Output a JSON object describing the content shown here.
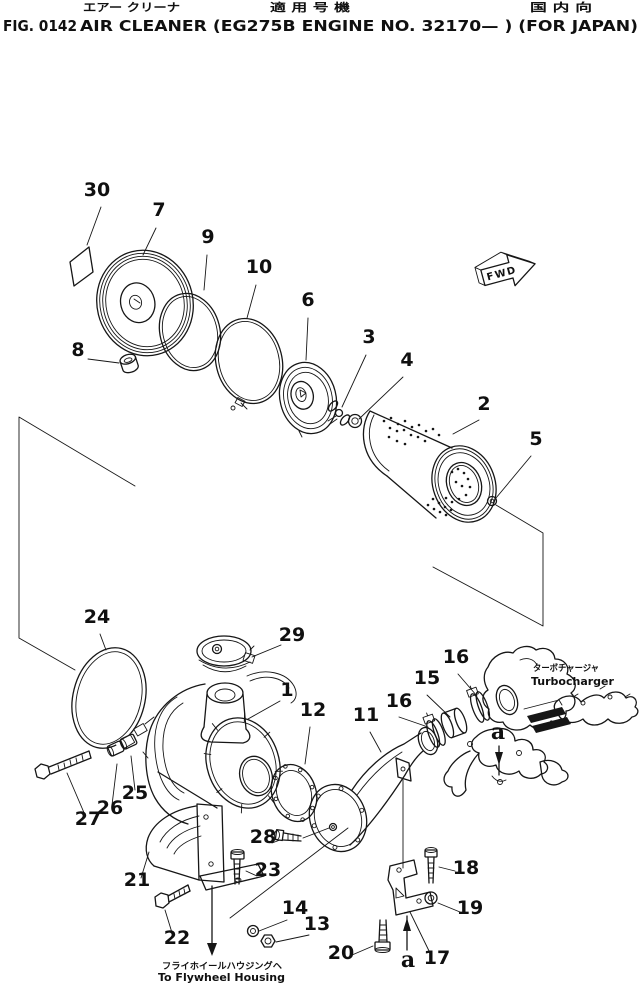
{
  "header": {
    "jp_air_cleaner": "エアー クリーナ",
    "jp_applicable_serial": "適 用 号 機",
    "jp_domestic": "国 内 向",
    "fig_label": "FIG. 0142",
    "title": "AIR CLEANER (EG275B ENGINE NO. 32170— ) (FOR JAPAN)"
  },
  "annotations": {
    "fwd_label": "FWD",
    "turbocharger_jp": "ターボチャージャ",
    "turbocharger_en": "Turbocharger",
    "to_flywheel_jp": "フライホイールハウジングヘ",
    "to_flywheel_en": "To Flywheel Housing"
  },
  "colors": {
    "ink": "#161616",
    "paper": "#ffffff"
  },
  "callouts": [
    {
      "label": "30"
    },
    {
      "label": "7"
    },
    {
      "label": "9"
    },
    {
      "label": "10"
    },
    {
      "label": "6"
    },
    {
      "label": "3"
    },
    {
      "label": "4"
    },
    {
      "label": "2"
    },
    {
      "label": "5"
    },
    {
      "label": "8"
    },
    {
      "label": "24"
    },
    {
      "label": "29"
    },
    {
      "label": "1"
    },
    {
      "label": "12"
    },
    {
      "label": "11"
    },
    {
      "label": "16"
    },
    {
      "label": "15"
    },
    {
      "label": "16"
    },
    {
      "label": "a"
    },
    {
      "label": "28"
    },
    {
      "label": "23"
    },
    {
      "label": "21"
    },
    {
      "label": "22"
    },
    {
      "label": "14"
    },
    {
      "label": "13"
    },
    {
      "label": "20"
    },
    {
      "label": "18"
    },
    {
      "label": "19"
    },
    {
      "label": "17"
    },
    {
      "label": "a"
    },
    {
      "label": "27"
    },
    {
      "label": "26"
    },
    {
      "label": "25"
    }
  ]
}
